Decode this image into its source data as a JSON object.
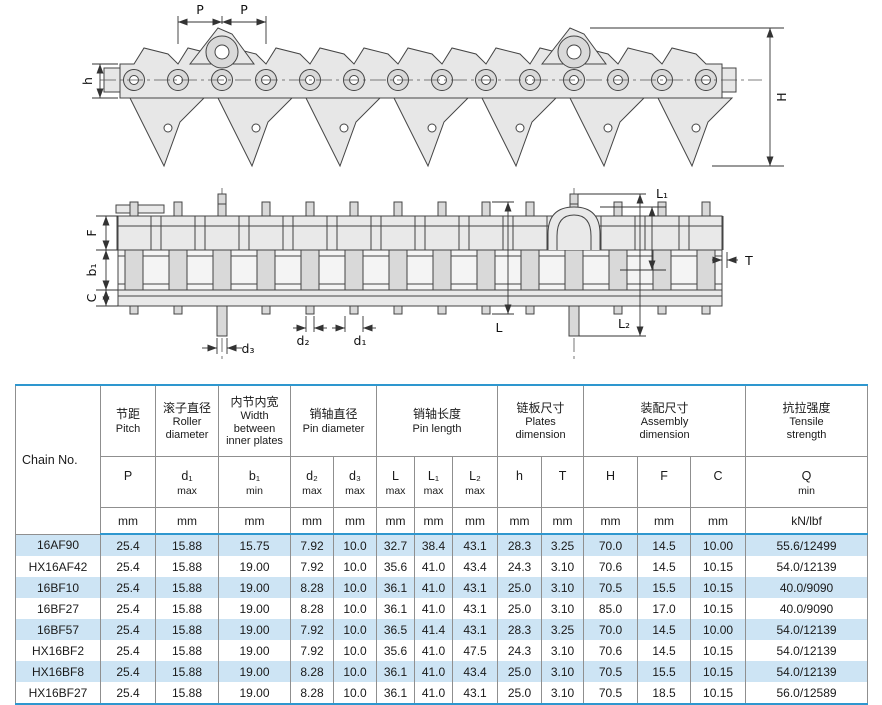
{
  "colors": {
    "accent_blue": "#2e97cf",
    "row_stripe": "#cde4f4"
  },
  "drawing": {
    "labels": {
      "p1": "P",
      "p2": "P",
      "h": "h",
      "H": "H",
      "l1": "L₁",
      "f": "F",
      "b1": "b₁",
      "c": "C",
      "t": "T",
      "d2": "d₂",
      "d1": "d₁",
      "l": "L",
      "l2": "L₂",
      "d3": "d₃"
    }
  },
  "table": {
    "chain_no_label": "Chain No.",
    "groups": [
      {
        "cn": "节距",
        "en": "Pitch"
      },
      {
        "cn": "滚子直径",
        "en": "Roller diameter"
      },
      {
        "cn": "内节内宽",
        "en": "Width between inner plates"
      },
      {
        "cn": "销轴直径",
        "en": "Pin diameter"
      },
      {
        "cn": "销轴长度",
        "en": "Pin length"
      },
      {
        "cn": "链板尺寸",
        "en": "Plates dimension"
      },
      {
        "cn": "装配尺寸",
        "en": "Assembly dimension"
      },
      {
        "cn": "抗拉强度",
        "en": "Tensile strength"
      }
    ],
    "symbols": [
      {
        "main": "P",
        "sub": ""
      },
      {
        "main": "d₁",
        "sub": "max"
      },
      {
        "main": "b₁",
        "sub": "min"
      },
      {
        "main": "d₂",
        "sub": "max"
      },
      {
        "main": "d₃",
        "sub": "max"
      },
      {
        "main": "L",
        "sub": "max"
      },
      {
        "main": "L₁",
        "sub": "max"
      },
      {
        "main": "L₂",
        "sub": "max"
      },
      {
        "main": "h",
        "sub": ""
      },
      {
        "main": "T",
        "sub": ""
      },
      {
        "main": "H",
        "sub": ""
      },
      {
        "main": "F",
        "sub": ""
      },
      {
        "main": "C",
        "sub": ""
      },
      {
        "main": "Q",
        "sub": "min"
      }
    ],
    "units": [
      "mm",
      "mm",
      "mm",
      "mm",
      "mm",
      "mm",
      "mm",
      "mm",
      "mm",
      "mm",
      "mm",
      "mm",
      "mm",
      "kN/lbf"
    ],
    "rows": [
      {
        "chain_no": "16AF90",
        "values": [
          "25.4",
          "15.88",
          "15.75",
          "7.92",
          "10.0",
          "32.7",
          "38.4",
          "43.1",
          "28.3",
          "3.25",
          "70.0",
          "14.5",
          "10.00",
          "55.6/12499"
        ]
      },
      {
        "chain_no": "HX16AF42",
        "values": [
          "25.4",
          "15.88",
          "19.00",
          "7.92",
          "10.0",
          "35.6",
          "41.0",
          "43.4",
          "24.3",
          "3.10",
          "70.6",
          "14.5",
          "10.15",
          "54.0/12139"
        ]
      },
      {
        "chain_no": "16BF10",
        "values": [
          "25.4",
          "15.88",
          "19.00",
          "8.28",
          "10.0",
          "36.1",
          "41.0",
          "43.1",
          "25.0",
          "3.10",
          "70.5",
          "15.5",
          "10.15",
          "40.0/9090"
        ]
      },
      {
        "chain_no": "16BF27",
        "values": [
          "25.4",
          "15.88",
          "19.00",
          "8.28",
          "10.0",
          "36.1",
          "41.0",
          "43.1",
          "25.0",
          "3.10",
          "85.0",
          "17.0",
          "10.15",
          "40.0/9090"
        ]
      },
      {
        "chain_no": "16BF57",
        "values": [
          "25.4",
          "15.88",
          "19.00",
          "7.92",
          "10.0",
          "36.5",
          "41.4",
          "43.1",
          "28.3",
          "3.25",
          "70.0",
          "14.5",
          "10.00",
          "54.0/12139"
        ]
      },
      {
        "chain_no": "HX16BF2",
        "values": [
          "25.4",
          "15.88",
          "19.00",
          "7.92",
          "10.0",
          "35.6",
          "41.0",
          "47.5",
          "24.3",
          "3.10",
          "70.6",
          "14.5",
          "10.15",
          "54.0/12139"
        ]
      },
      {
        "chain_no": "HX16BF8",
        "values": [
          "25.4",
          "15.88",
          "19.00",
          "8.28",
          "10.0",
          "36.1",
          "41.0",
          "43.4",
          "25.0",
          "3.10",
          "70.5",
          "15.5",
          "10.15",
          "54.0/12139"
        ]
      },
      {
        "chain_no": "HX16BF27",
        "values": [
          "25.4",
          "15.88",
          "19.00",
          "8.28",
          "10.0",
          "36.1",
          "41.0",
          "43.1",
          "25.0",
          "3.10",
          "70.5",
          "18.5",
          "10.15",
          "56.0/12589"
        ]
      }
    ]
  }
}
